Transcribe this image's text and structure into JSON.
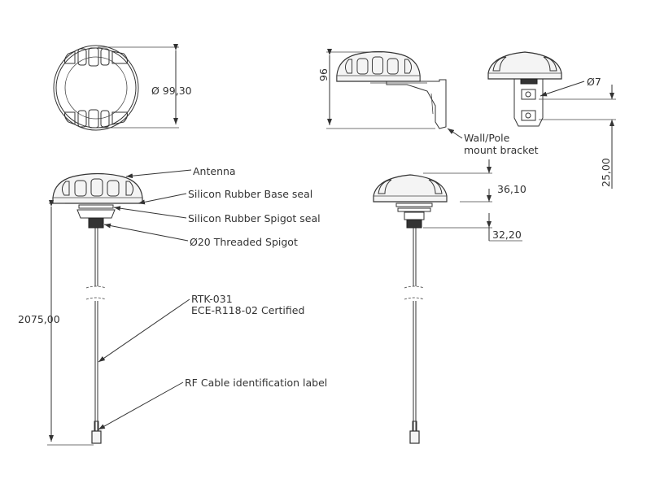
{
  "top_view": {
    "diameter_label": "Ø 99,30"
  },
  "side_view": {
    "height_label": "96",
    "bracket_label_line1": "Wall/Pole",
    "bracket_label_line2": "mount bracket"
  },
  "front_view": {
    "hole_label": "Ø7",
    "spacing_label": "25,00"
  },
  "callouts": {
    "antenna": "Antenna",
    "base_seal": "Silicon Rubber Base seal",
    "spigot_seal": "Silicon Rubber Spigot seal",
    "spigot": "Ø20 Threaded Spigot",
    "model": "RTK-031",
    "certification": "ECE-R118-02 Certified",
    "cable_label": "RF Cable identification label"
  },
  "cable_view": {
    "length_label": "2075,00"
  },
  "profile_view": {
    "dome_height_label": "36,10",
    "spigot_length_label": "32,20"
  },
  "colors": {
    "line": "#333333",
    "background": "#ffffff"
  }
}
